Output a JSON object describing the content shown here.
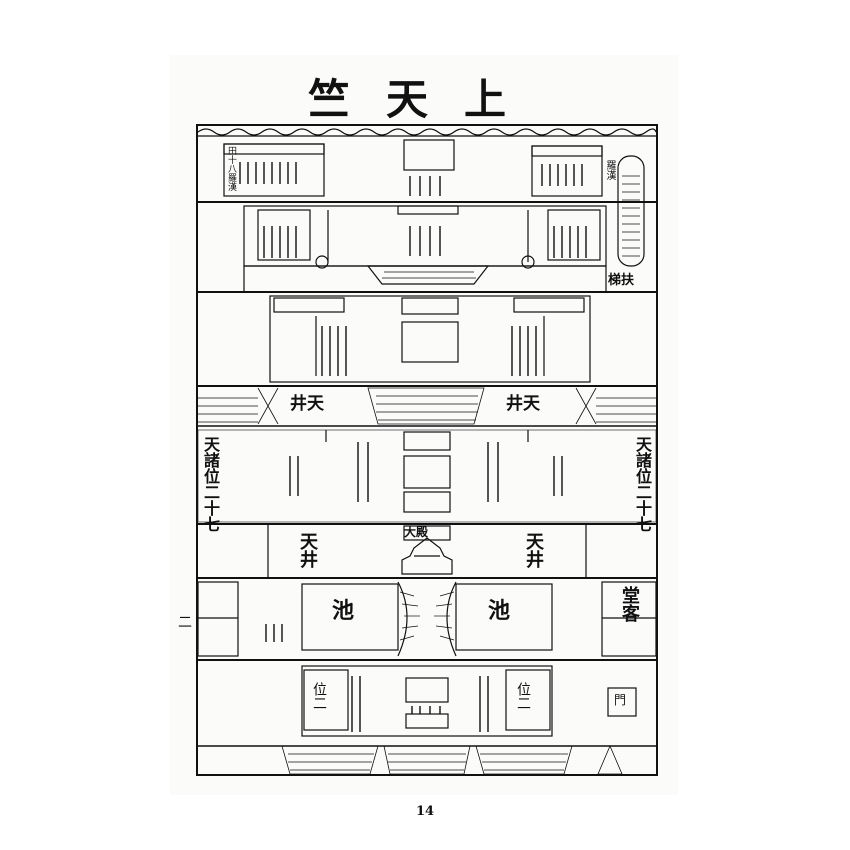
{
  "page": {
    "title": "竺天上",
    "page_number": "14",
    "side_mark": "二"
  },
  "labels": {
    "tianjing_left_upper": "井天",
    "tianjing_right_upper": "井天",
    "tianjing_left_lower": "天井",
    "tianjing_right_lower": "天井",
    "pond_left": "池",
    "pond_right": "池",
    "ladder": "梯扶",
    "hall_sign": "大殿",
    "side_hall": "堂客",
    "gate": "門",
    "zhutian_left": "天諸位二十七",
    "zhutian_right": "天諸位二十七",
    "wei_left": "位二",
    "wei_right": "位二",
    "top_left_small": "田十八羅漢",
    "top_right_small": "羅漢"
  }
}
